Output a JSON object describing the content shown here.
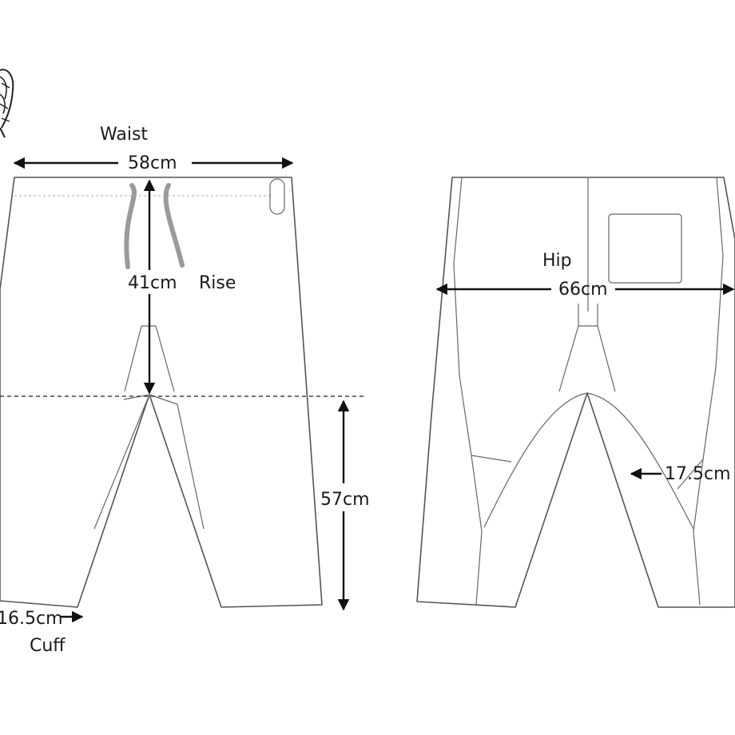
{
  "front": {
    "waist": {
      "label": "Waist",
      "value": "58cm"
    },
    "rise": {
      "label": "Rise",
      "value": "41cm"
    },
    "inseam": {
      "value": "57cm"
    },
    "cuff": {
      "label": "Cuff",
      "value": "16.5cm"
    }
  },
  "back": {
    "hip": {
      "label": "Hip",
      "value": "66cm"
    },
    "thigh": {
      "value": "17.5cm"
    }
  },
  "colors": {
    "outline": "#555555",
    "arrow": "#111111",
    "drawstring": "#9a9a9a"
  }
}
